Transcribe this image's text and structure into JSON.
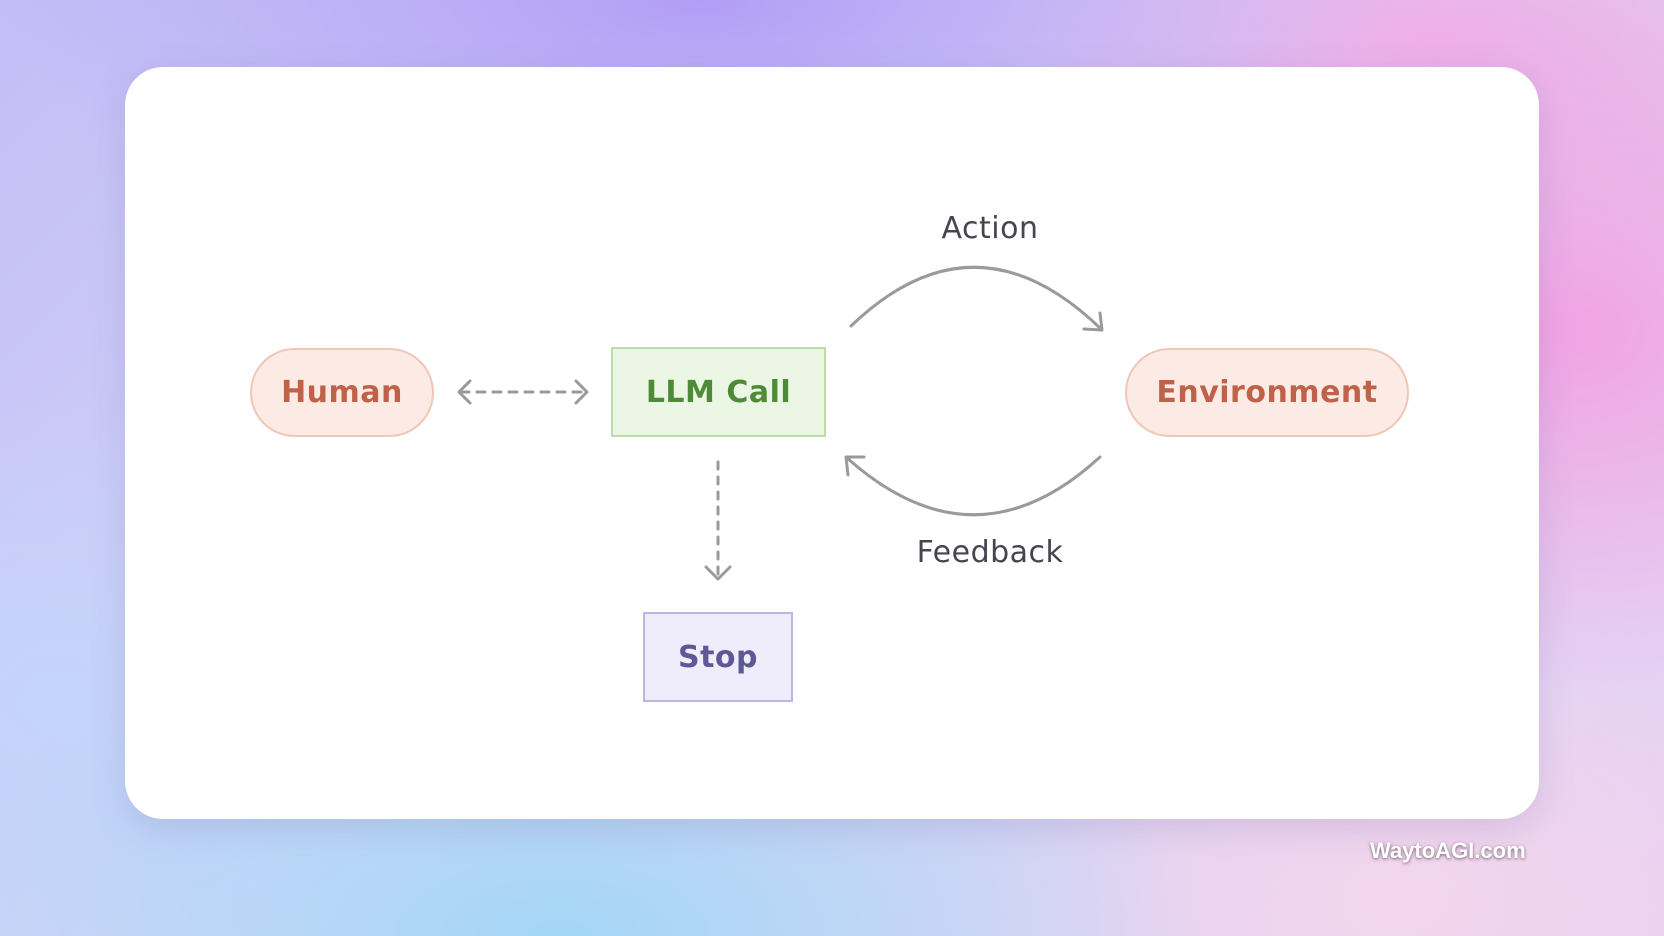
{
  "diagram": {
    "nodes": {
      "human": "Human",
      "llm_call": "LLM Call",
      "environment": "Environment",
      "stop": "Stop"
    },
    "edges": {
      "action": "Action",
      "feedback": "Feedback"
    }
  },
  "watermark": "WaytoAGI.com",
  "colors": {
    "pill_fill": "#fcebe4",
    "pill_border": "#f1c6b6",
    "pill_text": "#c0624a",
    "llm_fill": "#ebf7e4",
    "llm_border": "#b9dda4",
    "llm_text": "#4e8a38",
    "stop_fill": "#efedfb",
    "stop_border": "#bdb5e3",
    "stop_text": "#5f5896",
    "arrow": "#9a9a9a"
  }
}
